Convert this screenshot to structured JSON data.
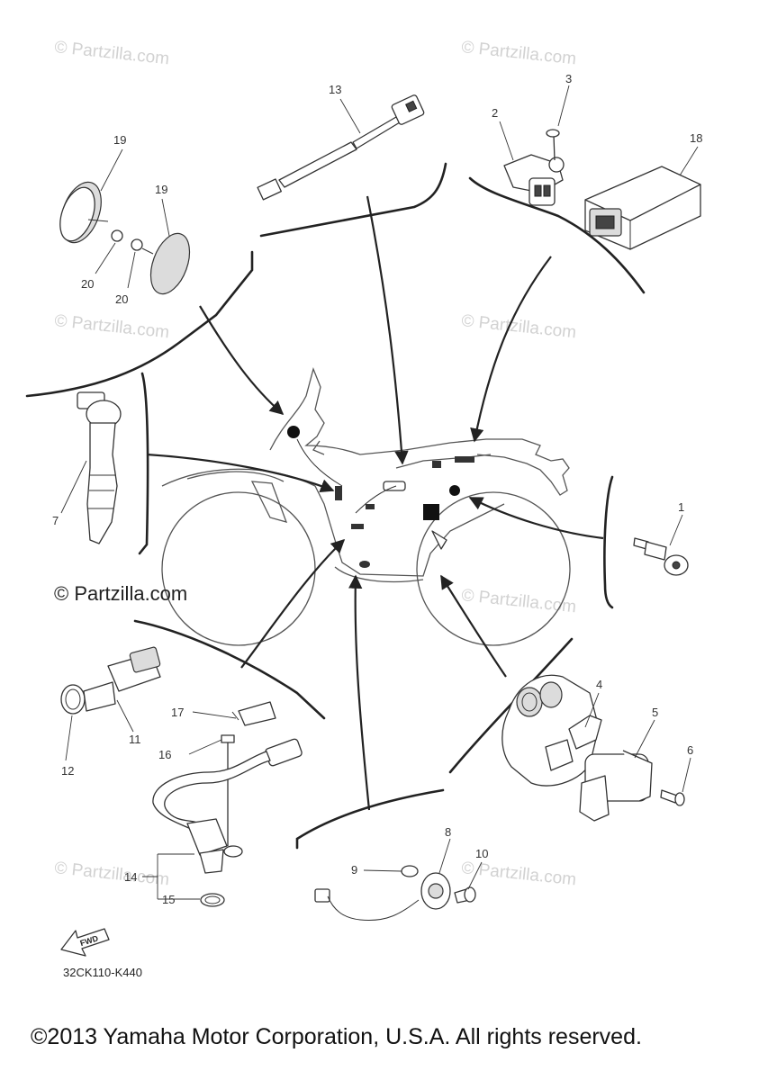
{
  "watermark_text": "© Partzilla.com",
  "primary_watermark": "© Partzilla.com",
  "diagram_code": "32CK110-K440",
  "copyright": "©2013 Yamaha Motor Corporation, U.S.A. All rights reserved.",
  "fwd_label": "FWD",
  "callouts": {
    "c1": "1",
    "c2": "2",
    "c3": "3",
    "c4": "4",
    "c5": "5",
    "c6": "6",
    "c7": "7",
    "c8": "8",
    "c9": "9",
    "c10": "10",
    "c11": "11",
    "c12": "12",
    "c13": "13",
    "c14": "14",
    "c15": "15",
    "c16": "16",
    "c17": "17",
    "c18": "18",
    "c19a": "19",
    "c19b": "19",
    "c20a": "20",
    "c20b": "20"
  },
  "colors": {
    "line": "#222222",
    "watermark": "#d2d2d2",
    "background": "#ffffff"
  }
}
